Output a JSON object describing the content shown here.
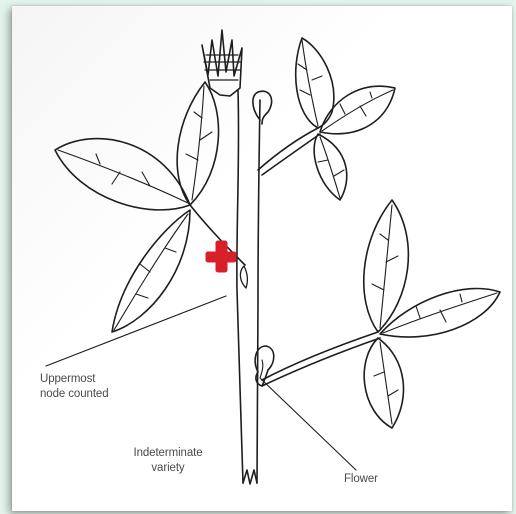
{
  "labels": {
    "uppermost_line1": "Uppermost",
    "uppermost_line2": "node counted",
    "indeterminate_line1": "Indeterminate",
    "indeterminate_line2": "variety",
    "flower": "Flower"
  },
  "colors": {
    "background": "#e3f4ec",
    "line": "#1e1e1e",
    "node_marker": "#d8202a",
    "label_text": "#4a4a4a"
  }
}
